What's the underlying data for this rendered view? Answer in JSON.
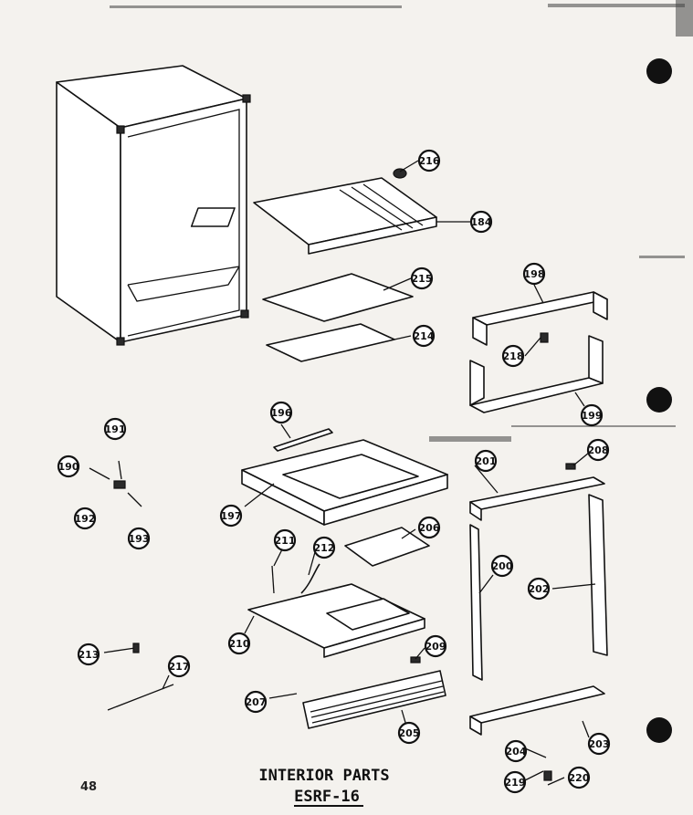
{
  "title": "INTERIOR PARTS",
  "model": "ESRF-16",
  "page_number": "48",
  "callouts": [
    {
      "label": "216"
    },
    {
      "label": "184"
    },
    {
      "label": "215"
    },
    {
      "label": "214"
    },
    {
      "label": "198"
    },
    {
      "label": "218"
    },
    {
      "label": "199"
    },
    {
      "label": "196"
    },
    {
      "label": "197"
    },
    {
      "label": "201"
    },
    {
      "label": "208"
    },
    {
      "label": "191"
    },
    {
      "label": "190"
    },
    {
      "label": "192"
    },
    {
      "label": "193"
    },
    {
      "label": "206"
    },
    {
      "label": "211"
    },
    {
      "label": "212"
    },
    {
      "label": "210"
    },
    {
      "label": "200"
    },
    {
      "label": "202"
    },
    {
      "label": "213"
    },
    {
      "label": "217"
    },
    {
      "label": "209"
    },
    {
      "label": "207"
    },
    {
      "label": "205"
    },
    {
      "label": "203"
    },
    {
      "label": "204"
    },
    {
      "label": "219"
    },
    {
      "label": "220"
    }
  ]
}
